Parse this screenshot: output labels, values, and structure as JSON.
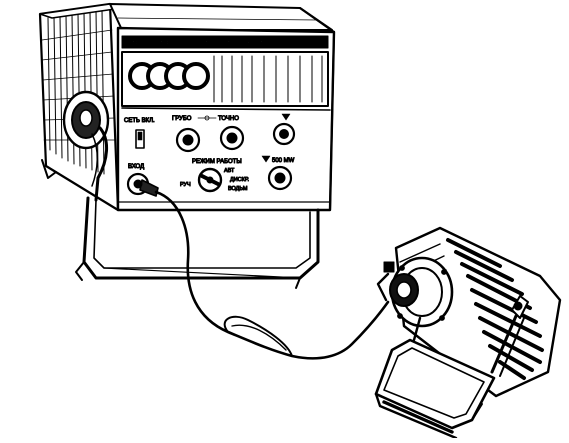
{
  "panel": {
    "title_strip": "ЦИФРОВОЙ ФАЗОМЕТР ИЗМЕРИТЕЛЬНЫЙ ВОМ",
    "power_label": "СЕТЬ ВКЛ.",
    "coarse_label": "ГРУБО",
    "fine_label": "ТОЧНО",
    "input_label": "ВХОД",
    "mode_label": "РЕЖИМ РАБОТЫ",
    "mode_auto": "АВТ",
    "mode_manual": "РУЧ",
    "mode_discrete": "ДИСКР.",
    "mode_extra": "ВОДЬМ",
    "range_label": "500 МW"
  }
}
